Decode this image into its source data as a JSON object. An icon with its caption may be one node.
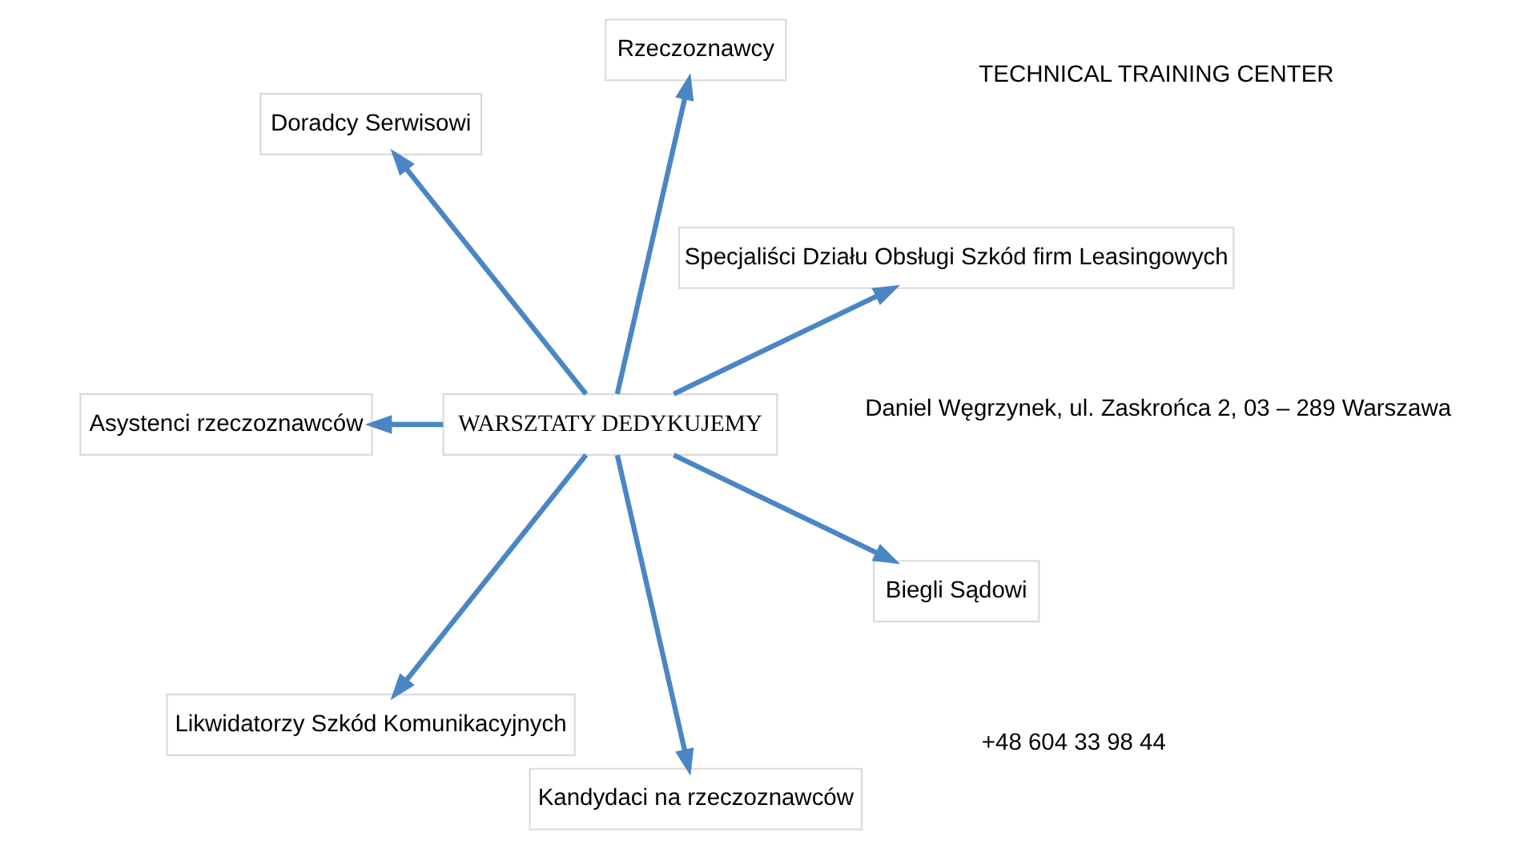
{
  "diagram": {
    "nodes": [
      {
        "text": [
          "WARSZTATY DEDYKUJEMY"
        ]
      },
      {
        "text": [
          "Specjaliści Działu Obsługi Szkód firm Leasingowych"
        ]
      },
      {
        "text": [
          "Rzeczoznawcy"
        ]
      },
      {
        "text": [
          "Doradcy Serwisowi"
        ]
      },
      {
        "text": [
          "Asystenci rzeczoznawców"
        ]
      },
      {
        "text": [
          "Likwidatorzy Szkód Komunikacyjnych"
        ]
      },
      {
        "text": [
          "Kandydaci na rzeczoznawców"
        ]
      },
      {
        "text": [
          "Biegli Sądowi"
        ]
      }
    ],
    "edges": [
      {
        "from": 0,
        "to": 1,
        "arrow": "to"
      },
      {
        "from": 0,
        "to": 2,
        "arrow": "to"
      },
      {
        "from": 0,
        "to": 3,
        "arrow": "to"
      },
      {
        "from": 0,
        "to": 4,
        "arrow": "to"
      },
      {
        "from": 0,
        "to": 5,
        "arrow": "to"
      },
      {
        "from": 0,
        "to": 6,
        "arrow": "to"
      },
      {
        "from": 0,
        "to": 7,
        "arrow": "to"
      }
    ],
    "labels": [
      "TECHNICAL TRAINING CENTER",
      "Daniel Węgrzynek, ul. Zaskrońca 2, 03 – 289 Warszawa",
      "+48 604 33 98 44"
    ]
  }
}
